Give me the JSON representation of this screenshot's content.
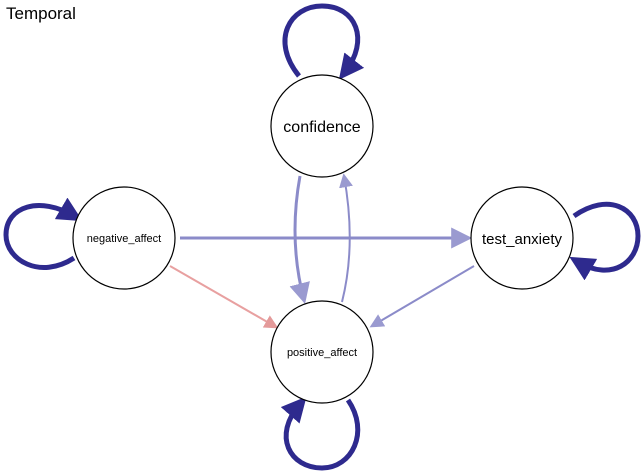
{
  "title": "Temporal",
  "colors": {
    "background": "#ffffff",
    "node_fill": "#ffffff",
    "node_stroke": "#000000",
    "self_loop": "#2e2a8e",
    "positive_edge": "#8b8bc9",
    "negative_edge": "#e8a0a0",
    "arrowhead_positive": "#9a9ad0",
    "arrowhead_negative": "#e49a9a"
  },
  "nodes": {
    "confidence": {
      "label": "confidence"
    },
    "negative_affect": {
      "label": "negative_affect"
    },
    "test_anxiety": {
      "label": "test_anxiety"
    },
    "positive_affect": {
      "label": "positive_affect"
    }
  },
  "edges": [
    {
      "from": "confidence",
      "to": "confidence",
      "sign": "positive",
      "type": "self-loop"
    },
    {
      "from": "negative_affect",
      "to": "negative_affect",
      "sign": "positive",
      "type": "self-loop"
    },
    {
      "from": "test_anxiety",
      "to": "test_anxiety",
      "sign": "positive",
      "type": "self-loop"
    },
    {
      "from": "positive_affect",
      "to": "positive_affect",
      "sign": "positive",
      "type": "self-loop"
    },
    {
      "from": "negative_affect",
      "to": "test_anxiety",
      "sign": "positive"
    },
    {
      "from": "negative_affect",
      "to": "positive_affect",
      "sign": "negative"
    },
    {
      "from": "confidence",
      "to": "positive_affect",
      "sign": "positive"
    },
    {
      "from": "positive_affect",
      "to": "confidence",
      "sign": "positive"
    },
    {
      "from": "test_anxiety",
      "to": "positive_affect",
      "sign": "positive"
    }
  ]
}
